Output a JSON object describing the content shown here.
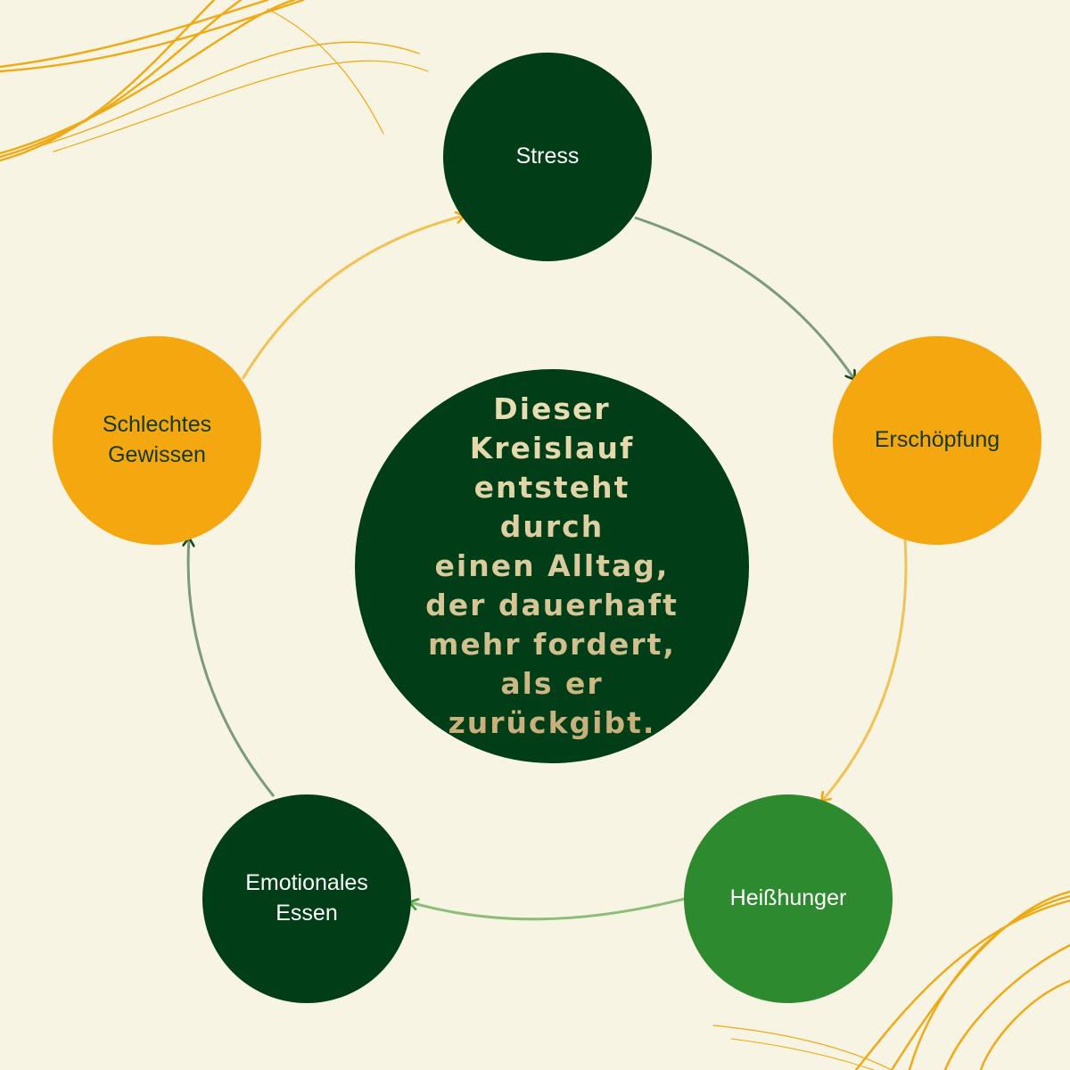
{
  "colors": {
    "background": "#f8f4e4",
    "dark_green": "#013d16",
    "orange": "#f5a70f",
    "light_green": "#2e8a2e",
    "cream_text": "#e6d9a8",
    "gold_text": "#c9b07c",
    "swoosh": "#efa912",
    "arrow_grey_green": "#7c9a7e",
    "arrow_light_green": "#8cbd7a",
    "arrow_yellow": "#f2c255"
  },
  "nodes": [
    {
      "id": "stress",
      "label": "Stress",
      "fill": "#013d16",
      "text_color": "#ffffff"
    },
    {
      "id": "erschoepfung",
      "label": "Erschöpfung",
      "fill": "#f5a70f",
      "text_color": "#14391a"
    },
    {
      "id": "heisshunger",
      "label": "Heißhunger",
      "fill": "#2e8a2e",
      "text_color": "#ffffff"
    },
    {
      "id": "emotionales-essen",
      "label": "Emotionales\nEssen",
      "fill": "#013d16",
      "text_color": "#ffffff"
    },
    {
      "id": "schlechtes-gewissen",
      "label": "Schlechtes\nGewissen",
      "fill": "#f5a70f",
      "text_color": "#14391a"
    }
  ],
  "center": {
    "text": "Dieser\nKreislauf\nentsteht durch\neinen Alltag,\nder dauerhaft\nmehr fordert,\nals er\nzurückgibt."
  }
}
